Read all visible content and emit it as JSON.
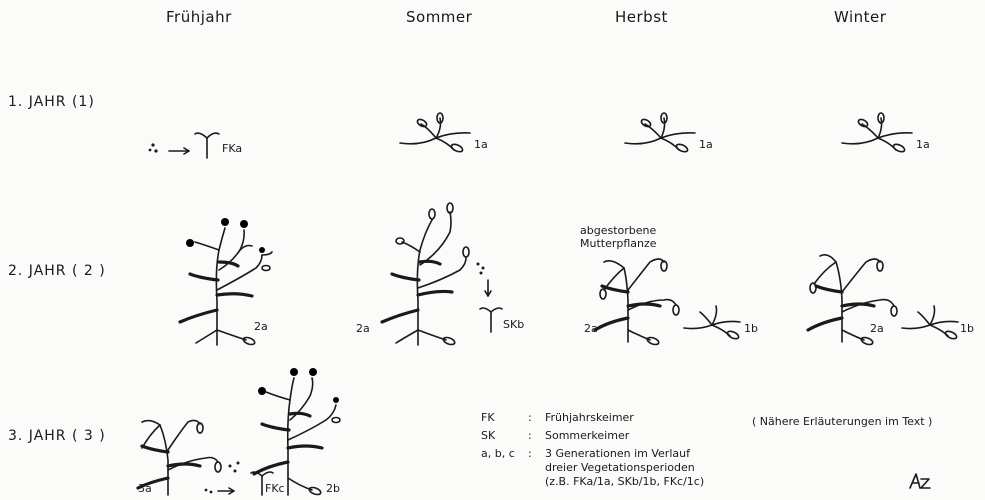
{
  "seasons": [
    "Frühjahr",
    "Sommer",
    "Herbst",
    "Winter"
  ],
  "years": [
    "1. JAHR (1)",
    "2. JAHR ( 2 )",
    "3. JAHR ( 3 )"
  ],
  "labels": {
    "fka": "FKa",
    "y1_sommer": "1a",
    "y1_herbst": "1a",
    "y1_winter": "1a",
    "y2_fr": "2a",
    "y2_so_left": "2a",
    "skb": "SKb",
    "y2_he_left": "2a",
    "y2_he_right": "1b",
    "y2_wi_left": "2a",
    "y2_wi_right": "1b",
    "y3_left": "3a",
    "fkc": "FKc",
    "y3_right": "2b"
  },
  "annotation": {
    "line1": "abgestorbene",
    "line2": "Mutterpflanze"
  },
  "legend": [
    {
      "abbr": "FK",
      "sep": ":",
      "text": "Frühjahrskeimer"
    },
    {
      "abbr": "SK",
      "sep": ":",
      "text": "Sommerkeimer"
    },
    {
      "abbr": "a, b, c",
      "sep": ":",
      "text": "3 Generationen im Verlauf"
    }
  ],
  "legend_cont": [
    "dreier Vegetationsperioden",
    "(z.B. FKa/1a, SKb/1b, FKc/1c)"
  ],
  "note": "( Nähere Erläuterungen im Text )",
  "signature": "AZ"
}
